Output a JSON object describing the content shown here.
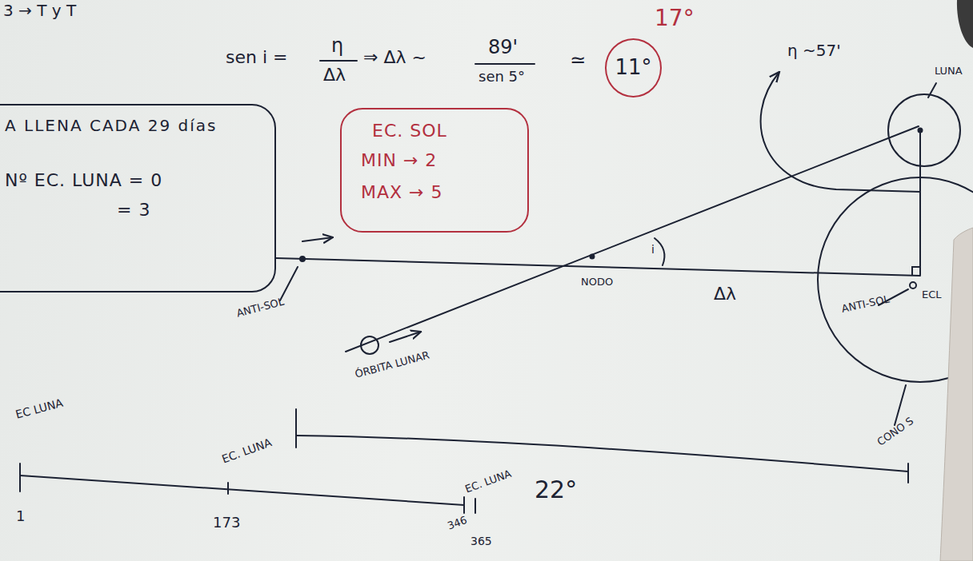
{
  "diagram": {
    "nodes": [
      {
        "text": [
          "A LLENA CADA 29 días",
          "Nº EC. LUNA = 0",
          "= 3"
        ]
      },
      {
        "text": [
          "EC. SOL",
          "MIN → 2",
          "MAX → 5"
        ]
      },
      {
        "text": [
          "11°"
        ]
      }
    ],
    "labels": [
      "3 → T y T",
      "sen i =",
      "η",
      "Δλ",
      "⇒ Δλ ~",
      "89'",
      "sen 5°",
      "≃",
      "17°",
      "η ~57'",
      "LUNA",
      "i",
      "NODO",
      "Δλ",
      "ANTI-SOL",
      "ÓRBITA LUNAR",
      "ANTI-SOL",
      "ECL",
      "CONO S",
      "EC LUNA",
      "EC. LUNA",
      "EC. LUNA",
      "22°",
      "1",
      "173",
      "346",
      "365"
    ]
  }
}
